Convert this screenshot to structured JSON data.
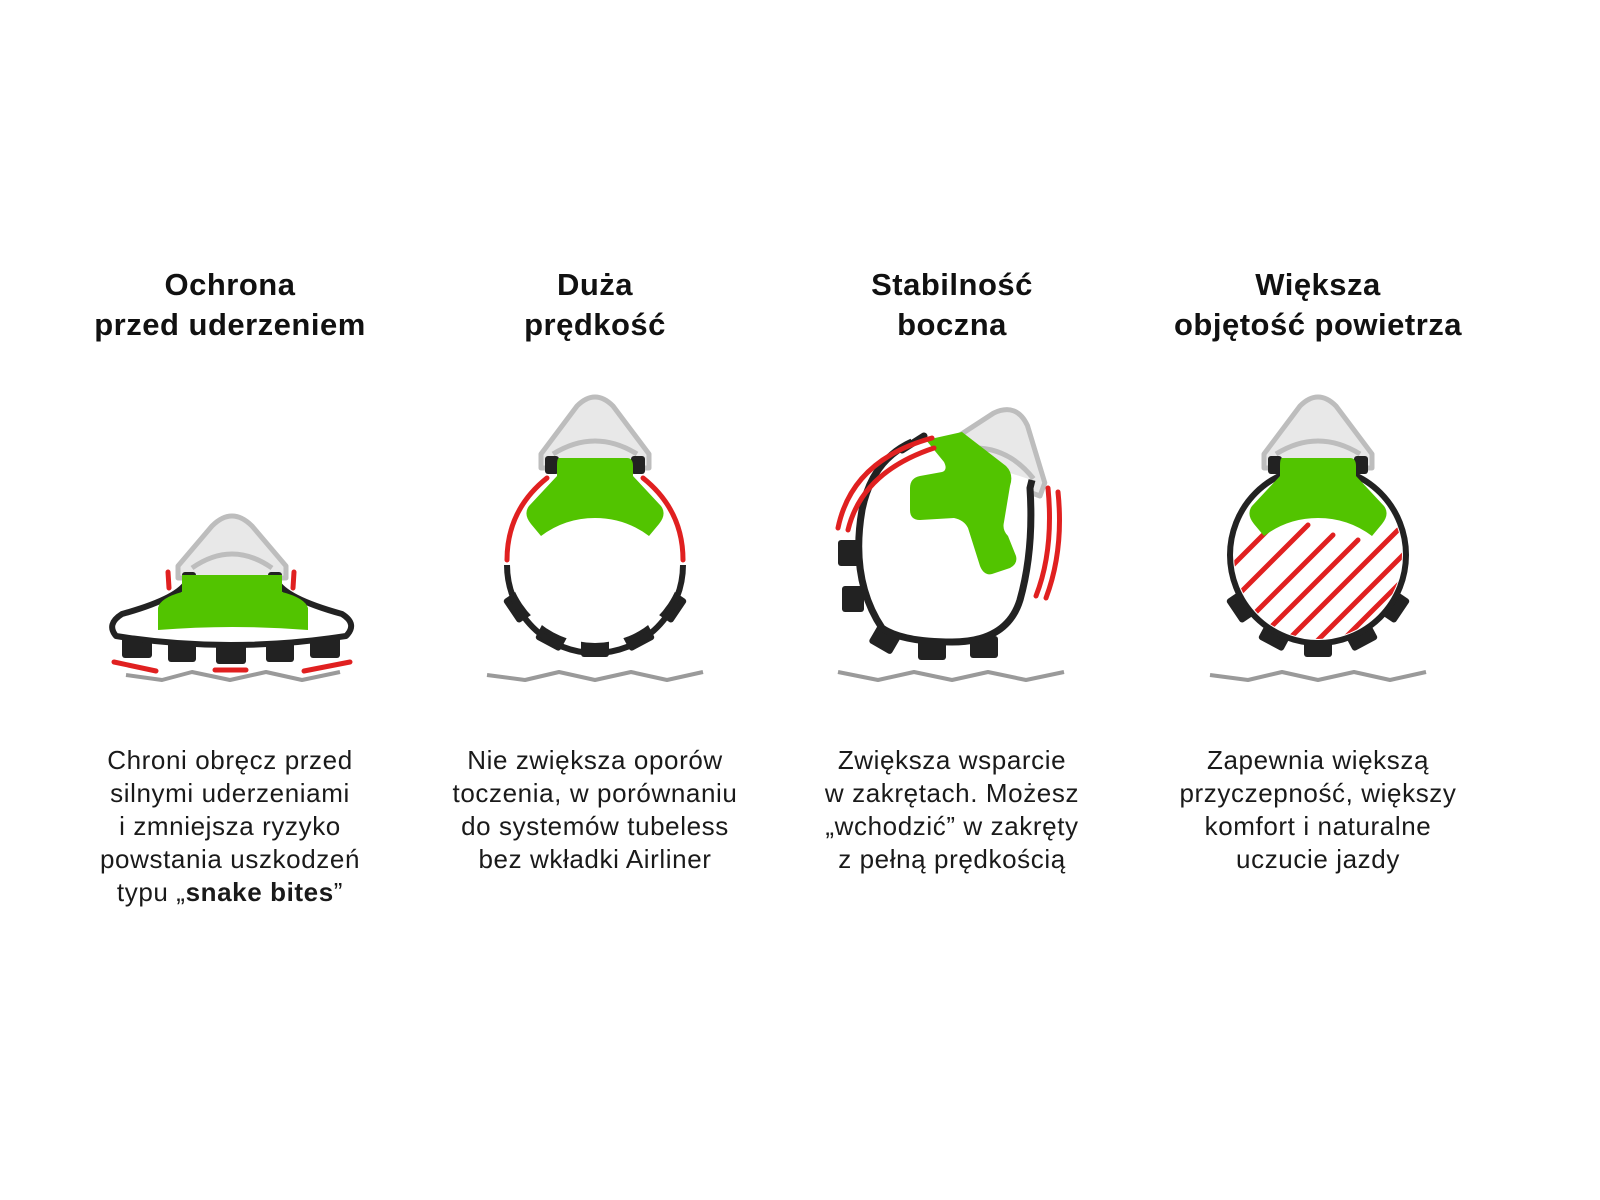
{
  "colors": {
    "tire": "#222222",
    "airliner": "#52c400",
    "rim_fill": "#e8e8e8",
    "rim_stroke": "#bdbdbd",
    "highlight": "#e02020",
    "ground": "#9a9a9a"
  },
  "features": [
    {
      "title": "Ochrona\nprzed uderzeniem",
      "description": "Chroni obręcz przed\nsilnymi uderzeniami\ni zmniejsza ryzyko\npowstania uszkodzeń\ntypu „",
      "description_bold": "snake bites",
      "description_end": "”"
    },
    {
      "title": "Duża\nprędkość",
      "description": "Nie zwiększa oporów\ntoczenia, w porównaniu\ndo systemów tubeless\nbez wkładki Airliner"
    },
    {
      "title": "Stabilność\nboczna",
      "description": "Zwiększa wsparcie\nw zakrętach. Możesz\n„wchodzić” w zakręty\nz pełną prędkością"
    },
    {
      "title": "Większa\nobjętość powietrza",
      "description": "Zapewnia większą\nprzyczepność, większy\nkomfort i naturalne\nuczucie jazdy"
    }
  ]
}
